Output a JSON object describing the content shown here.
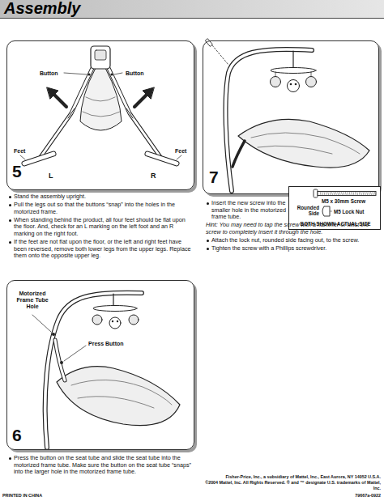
{
  "diagram": {
    "title": "Assembly",
    "nodes": [
      {
        "text": [
          "5",
          "Button",
          "Button",
          "Feet",
          "Feet",
          "L",
          "R"
        ]
      },
      {
        "text": [
          "7"
        ]
      },
      {
        "text": [
          "M5 x 30mm Screw",
          "Rounded Side",
          "M5 Lock Nut",
          "BOTH SHOWN ACTUAL SIZE"
        ]
      },
      {
        "text": [
          "6",
          "Motorized Frame Tube Hole",
          "Press Button"
        ]
      }
    ],
    "labels": [
      "Stand the assembly upright.",
      "Pull the legs out so that the buttons “snap” into the holes in the motorized frame.",
      "When standing behind the product, all four feet should be flat upon the floor. And, check for an L marking on the left foot and an R marking on the right foot.",
      "If the feet are not flat upon the floor, or the left and right feet have been reversed, remove both lower legs from the upper legs. Replace them onto the opposite upper leg.",
      "Insert the new screw into the smaller hole in the motorized frame tube.",
      "Hint: You may need to tap the screw with a hammer or twist the screw to completely insert it through the hole.",
      "Attach the lock nut, rounded side facing out, to the screw.",
      "Tighten the screw with a Phillips screwdriver.",
      "Press the button on the seat tube and slide the seat tube into the motorized frame tube. Make sure the button on the seat tube “snaps” into the larger hole in the motorized frame tube.",
      "Fisher-Price, Inc., a subsidiary of Mattel, Inc., East Aurora, NY 14052 U.S.A.",
      "©2004 Mattel, Inc. All Rights Reserved. ® and ™ designate U.S. trademarks of Mattel, Inc.",
      "PRINTED IN CHINA",
      "79667a-0922"
    ]
  }
}
